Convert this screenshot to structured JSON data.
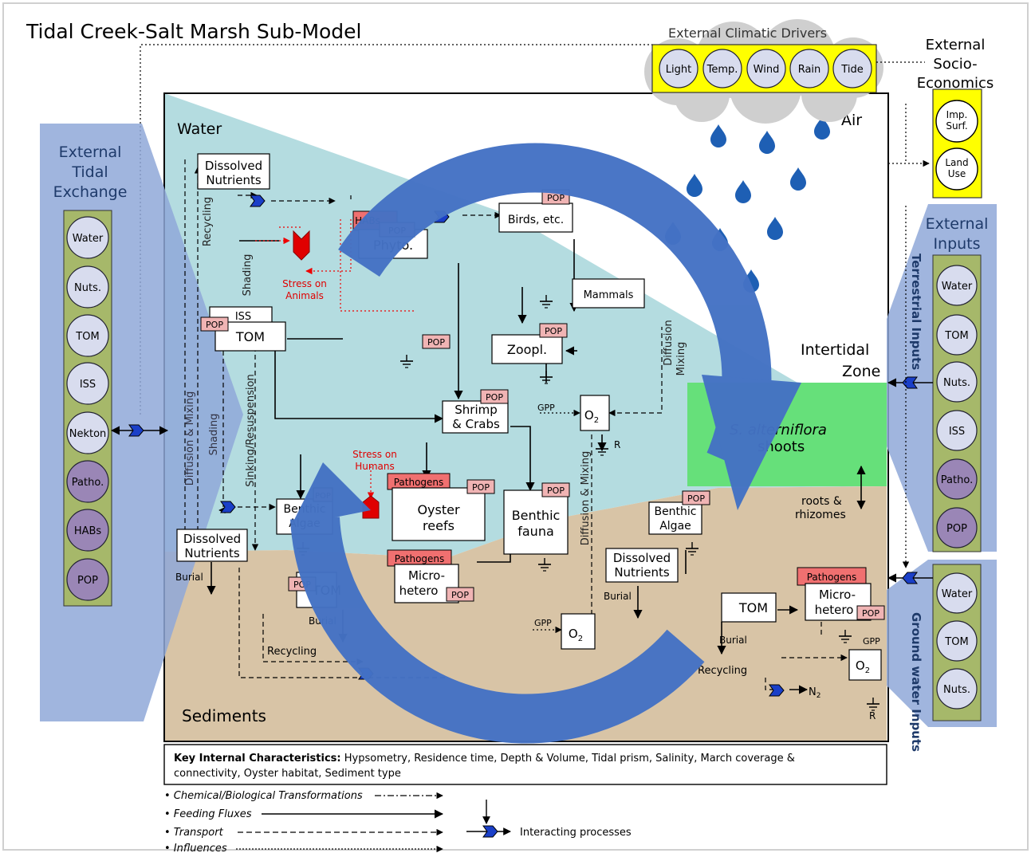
{
  "title": "Tidal Creek-Salt Marsh Sub-Model",
  "climatic": {
    "header": "External Climatic Drivers",
    "drivers": [
      "Light",
      "Temp.",
      "Wind",
      "Rain",
      "Tide"
    ]
  },
  "socio": {
    "header_lines": [
      "External",
      "Socio-",
      "Economics"
    ],
    "items": [
      [
        "Imp.",
        "Surf."
      ],
      [
        "Land",
        "Use"
      ]
    ]
  },
  "tidal": {
    "header_lines": [
      "External",
      "Tidal",
      "Exchange"
    ],
    "items": [
      "Water",
      "Nuts.",
      "TOM",
      "ISS",
      "Nekton",
      "Patho.",
      "HABs",
      "POP"
    ]
  },
  "inputs": {
    "header_lines": [
      "External",
      "Inputs"
    ],
    "terrestrial_label": "Terrestrial Inputs",
    "terrestrial_items": [
      "Water",
      "TOM",
      "Nuts.",
      "ISS",
      "Patho.",
      "POP"
    ],
    "ground_label": "Ground water Inputs",
    "ground_items": [
      "Water",
      "TOM",
      "Nuts."
    ]
  },
  "zones": {
    "water": "Water",
    "air": "Air",
    "intertidal_1": "Intertidal",
    "intertidal_2": "Zone",
    "sediments": "Sediments",
    "spartina_1": "S. alterniflora",
    "spartina_2": "shoots",
    "roots_1": "roots &",
    "roots_2": "rhizomes"
  },
  "boxes": {
    "dissolved_nutrients": [
      "Dissolved",
      "Nutrients"
    ],
    "phyto": "Phyto.",
    "habs": "HABs",
    "pop": "POP",
    "birds": "Birds, etc.",
    "mammals": "Mammals",
    "iss": "ISS",
    "tom": "TOM",
    "zoopl": "Zoopl.",
    "shrimp": [
      "Shrimp",
      "& Crabs"
    ],
    "o2": "O",
    "o2_sub": "2",
    "benthic_algae": [
      "Benthic",
      "Algae"
    ],
    "pathogens": "Pathogens",
    "oyster": [
      "Oyster",
      "reefs"
    ],
    "benthic_fauna": [
      "Benthic",
      "fauna"
    ],
    "micro_hetero": [
      "Micro-",
      "hetero"
    ]
  },
  "labels": {
    "recycling": "Recycling",
    "shading": "Shading",
    "stress_animals": [
      "Stress on",
      "Animals"
    ],
    "stress_humans": [
      "Stress on",
      "Humans"
    ],
    "diffusion_mixing": "Diffusion & Mixing",
    "sinking": "Sinking/Resuspension",
    "burial": "Burial",
    "gpp": "GPP",
    "r": "R",
    "n2": "N",
    "n2_sub": "2",
    "diffusion_short": "Diffusion",
    "mixing_short": "Mixing"
  },
  "key": {
    "bold": "Key Internal Characteristics:",
    "line1": " Hypsometry, Residence time, Depth & Volume, Tidal prism, Salinity, March coverage &",
    "line2": "connectivity, Oyster habitat, Sediment type"
  },
  "legend": {
    "items": [
      "• Chemical/Biological Transformations",
      "• Feeding Fluxes",
      "• Transport",
      "• Influences"
    ],
    "interacting": "Interacting processes"
  },
  "colors": {
    "water": "#b4dce0",
    "sediment": "#d8c4a6",
    "spartina": "#66e07a",
    "panel_blue": "#8fa8d8",
    "panel_green": "#a6b86a",
    "cycle_arrow": "#4472c4",
    "yellow": "#ffff00",
    "stress_red": "#e00000"
  }
}
